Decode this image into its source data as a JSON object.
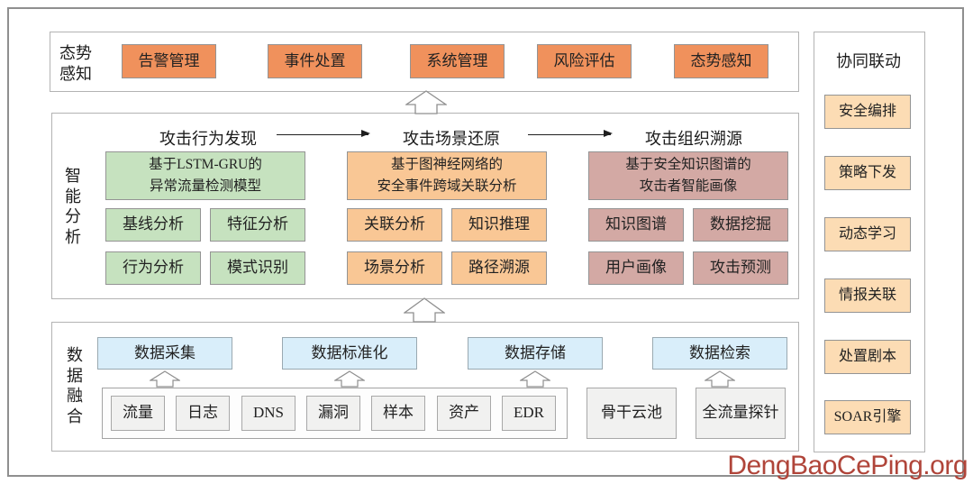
{
  "watermark": {
    "text": "DengBaoCePing.org",
    "color": "#b0453a"
  },
  "palette": {
    "perception_box": "#f0915c",
    "analysis_green": "#c6e2bf",
    "analysis_orange": "#f9c795",
    "analysis_mauve": "#d3a9a4",
    "fusion_blue": "#d9eefa",
    "sidebar_peach": "#fcdcb4",
    "gray_box": "#f1f1f0",
    "border_gray": "#949494"
  },
  "perception": {
    "label": "态势\n感知",
    "boxes": [
      "告警管理",
      "事件处置",
      "系统管理",
      "风险评估",
      "态势感知"
    ]
  },
  "analysis": {
    "label": "智\n能\n分\n析",
    "columns": [
      {
        "header": "攻击行为发现",
        "main": "基于LSTM-GRU的\n异常流量检测模型",
        "items": [
          "基线分析",
          "特征分析",
          "行为分析",
          "模式识别"
        ]
      },
      {
        "header": "攻击场景还原",
        "main": "基于图神经网络的\n安全事件跨域关联分析",
        "items": [
          "关联分析",
          "知识推理",
          "场景分析",
          "路径溯源"
        ]
      },
      {
        "header": "攻击组织溯源",
        "main": "基于安全知识图谱的\n攻击者智能画像",
        "items": [
          "知识图谱",
          "数据挖掘",
          "用户画像",
          "攻击预测"
        ]
      }
    ]
  },
  "fusion": {
    "label": "数\n据\n融\n合",
    "stages": [
      "数据采集",
      "数据标准化",
      "数据存储",
      "数据检索"
    ],
    "sources": [
      "流量",
      "日志",
      "DNS",
      "漏洞",
      "样本",
      "资产",
      "EDR"
    ],
    "extras": [
      "骨干云池",
      "全流量探针"
    ]
  },
  "collaboration": {
    "title": "协同联动",
    "items": [
      "安全编排",
      "策略下发",
      "动态学习",
      "情报关联",
      "处置剧本",
      "SOAR引擎"
    ]
  }
}
